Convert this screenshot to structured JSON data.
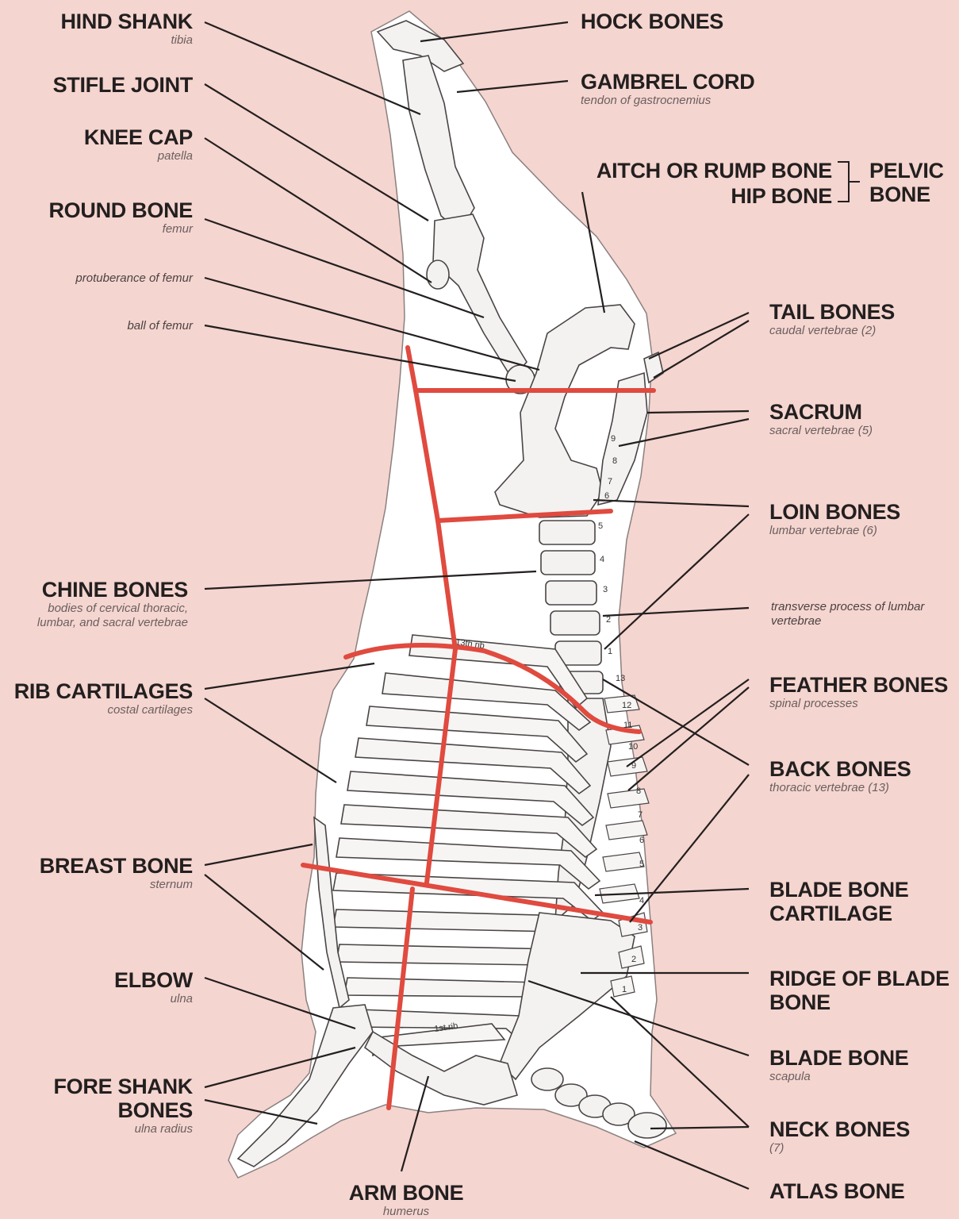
{
  "labels": {
    "hind_shank": {
      "title": "HIND SHANK",
      "sub": "tibia"
    },
    "stifle_joint": {
      "title": "STIFLE JOINT"
    },
    "knee_cap": {
      "title": "KNEE CAP",
      "sub": "patella"
    },
    "round_bone": {
      "title": "ROUND BONE",
      "sub": "femur"
    },
    "protuberance": {
      "text": "protuberance of femur"
    },
    "ball_of_femur": {
      "text": "ball of femur"
    },
    "chine_bones": {
      "title": "CHINE BONES",
      "sub": "bodies of cervical thoracic, lumbar, and sacral vertebrae"
    },
    "rib_cartilages": {
      "title": "RIB CARTILAGES",
      "sub": "costal cartilages"
    },
    "breast_bone": {
      "title": "BREAST BONE",
      "sub": "sternum"
    },
    "elbow": {
      "title": "ELBOW",
      "sub": "ulna"
    },
    "fore_shank": {
      "title_line1": "FORE SHANK",
      "title_line2": "BONES",
      "sub": "ulna radius"
    },
    "arm_bone": {
      "title": "ARM BONE",
      "sub": "humerus"
    },
    "hock_bones": {
      "title": "HOCK BONES"
    },
    "gambrel_cord": {
      "title": "GAMBREL CORD",
      "sub": "tendon of gastrocnemius"
    },
    "aitch_bone": {
      "title": "AITCH OR RUMP BONE"
    },
    "hip_bone": {
      "title": "HIP BONE"
    },
    "pelvic_bone": {
      "title_line1": "PELVIC",
      "title_line2": "BONE"
    },
    "tail_bones": {
      "title": "TAIL BONES",
      "sub": "caudal vertebrae (2)"
    },
    "sacrum": {
      "title": "SACRUM",
      "sub": "sacral vertebrae (5)"
    },
    "loin_bones": {
      "title": "LOIN BONES",
      "sub": "lumbar vertebrae (6)"
    },
    "transverse_process": {
      "text": "transverse process of lumbar vertebrae"
    },
    "feather_bones": {
      "title": "FEATHER BONES",
      "sub": "spinal processes"
    },
    "back_bones": {
      "title": "BACK BONES",
      "sub": "thoracic vertebrae (13)"
    },
    "blade_bone_cartilage": {
      "title_line1": "BLADE BONE",
      "title_line2": "CARTILAGE"
    },
    "ridge_of_blade_bone": {
      "title_line1": "RIDGE OF BLADE",
      "title_line2": "BONE"
    },
    "blade_bone": {
      "title": "BLADE BONE",
      "sub": "scapula"
    },
    "neck_bones": {
      "title": "NECK BONES",
      "sub": "(7)"
    },
    "atlas_bone": {
      "title": "ATLAS BONE"
    }
  },
  "rib_annotations": {
    "thirteenth_rib": "13th rib",
    "first_rib": "1st rib",
    "thoracic_numbers": [
      "13",
      "12",
      "11",
      "10",
      "9",
      "8",
      "7",
      "6",
      "5",
      "4",
      "3",
      "2",
      "1"
    ],
    "lumbar_numbers": [
      "6",
      "5",
      "4",
      "3",
      "2",
      "1"
    ],
    "sacral_numbers": [
      "9",
      "8",
      "7"
    ]
  },
  "colors": {
    "background": "#f5d5cf",
    "carcass": "#ffffff",
    "cut_lines": "#e04a3f",
    "leader_lines": "#231f20"
  }
}
